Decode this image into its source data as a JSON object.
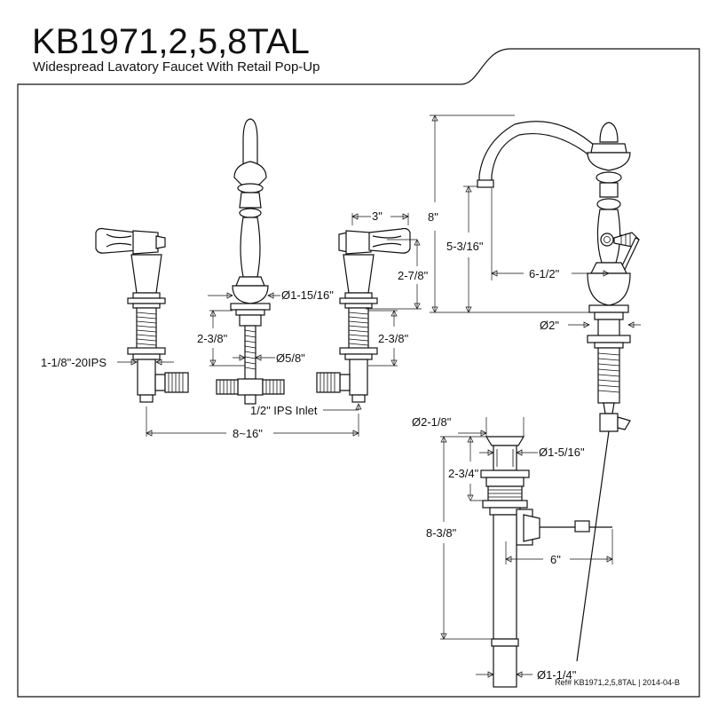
{
  "header": {
    "model": "KB1971,2,5,8TAL",
    "subtitle": "Widespread Lavatory Faucet With Retail Pop-Up"
  },
  "dimensions": {
    "handle_width": "3\"",
    "handle_height": "2-7/8\"",
    "spout_base_diameter": "Ø1-15/16\"",
    "center_shank_length": "2-3/8\"",
    "center_shank_diameter": "Ø5/8\"",
    "right_shank_length": "2-3/8\"",
    "left_thread": "1-1/8\"-20IPS",
    "inlet": "1/2\" IPS Inlet",
    "spread": "8~16\"",
    "overall_height": "8\"",
    "spout_clearance": "5-3/16\"",
    "spout_reach": "6-1/2\"",
    "base_diameter": "Ø2\"",
    "drain_flange_diameter": "Ø2-1/8\"",
    "drain_stopper_diameter": "Ø1-5/16\"",
    "drain_upper_height": "2-3/4\"",
    "drain_total_height": "8-3/8\"",
    "drain_rod_length": "6\"",
    "tailpiece_diameter": "Ø1-1/4\""
  },
  "footer": {
    "ref": "Ref# KB1971,2,5,8TAL | 2014-04-B"
  }
}
